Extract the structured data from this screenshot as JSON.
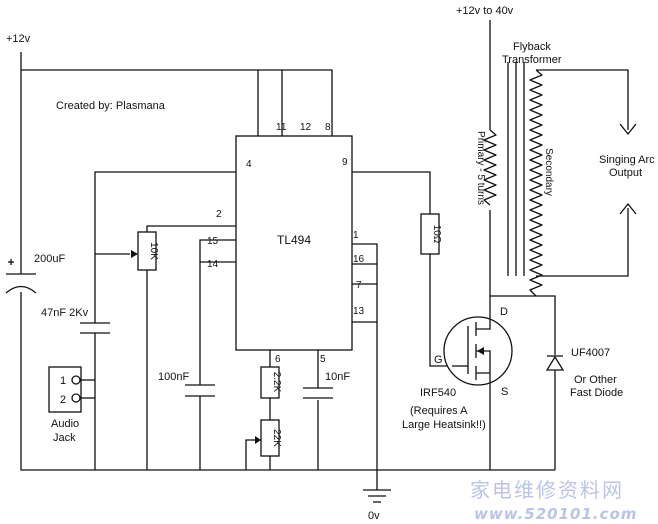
{
  "supply": {
    "left_rail": "+12v",
    "hv_rail": "+12v to 40v",
    "ground": "0v"
  },
  "credit": "Created by: Plasmana",
  "ic": {
    "name": "TL494",
    "pins": {
      "p1": "1",
      "p2": "2",
      "p4": "4",
      "p5": "5",
      "p6": "6",
      "p7": "7",
      "p8": "8",
      "p9": "9",
      "p11": "11",
      "p12": "12",
      "p13": "13",
      "p14": "14",
      "p15": "15",
      "p16": "16"
    }
  },
  "components": {
    "cap_200uf": "200uF",
    "cap_47nf": "47nF 2Kv",
    "pot_10k": "10K",
    "cap_100nf": "100nF",
    "cap_10nf": "10nF",
    "res_2k2": "2.2K",
    "pot_22k": "22K",
    "res_10ohm": "10Ω",
    "mosfet": "IRF540",
    "mosfet_note_1": "(Requires A",
    "mosfet_note_2": "Large Heatsink!!)",
    "gate": "G",
    "drain": "D",
    "source": "S",
    "diode": "UF4007",
    "diode_note_1": "Or Other",
    "diode_note_2": "Fast Diode"
  },
  "audio_jack": {
    "pin1": "1",
    "pin2": "2",
    "label_1": "Audio",
    "label_2": "Jack"
  },
  "transformer": {
    "title_1": "Flyback",
    "title_2": "Transformer",
    "primary": "Primary - 5 turns",
    "secondary": "Secondary"
  },
  "output": {
    "label_1": "Singing Arc",
    "label_2": "Output"
  },
  "watermark": {
    "line1": "家电维修资料网",
    "line2": "www.520101.com"
  }
}
